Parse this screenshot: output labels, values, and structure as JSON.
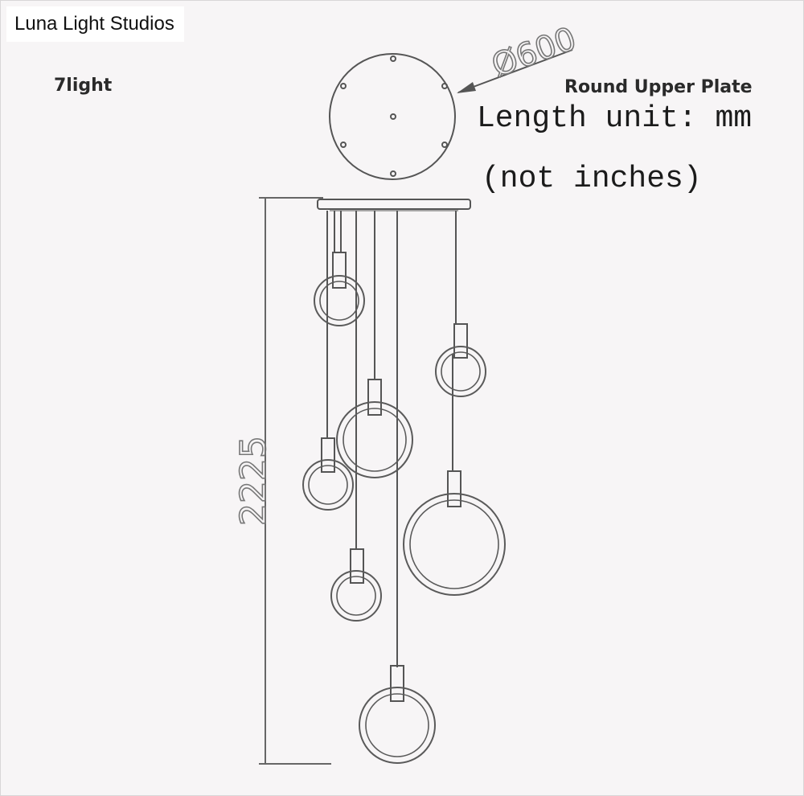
{
  "brand": "Luna Light Studios",
  "light_count_label": "7light",
  "plate_label": "Round Upper Plate",
  "diameter_label": "Ø600",
  "height_label": "2225",
  "unit_note_line1": "Length unit: mm",
  "unit_note_line2": "(not inches)",
  "colors": {
    "line": "#555555",
    "background": "#f7f5f6"
  }
}
